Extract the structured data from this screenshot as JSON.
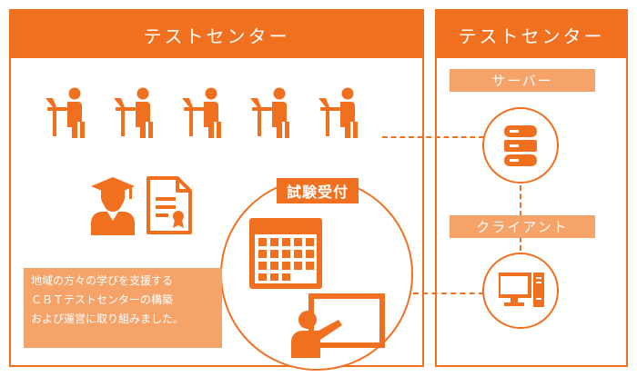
{
  "colors": {
    "accent": "#f07020",
    "light": "#f6a36a",
    "background": "#ffffff"
  },
  "left_panel": {
    "title": "テストセンター"
  },
  "right_panel": {
    "title": "テストセンター",
    "server_label": "サーバー",
    "client_label": "クライアント"
  },
  "reception_label": "試験受付",
  "description": {
    "lines": [
      "地域の方々の学びを支援する",
      "ＣＢＴテストセンターの構築",
      "および運営に取り組みました。"
    ]
  },
  "icons": [
    "seated-person-at-desk-icon",
    "graduate-icon",
    "certificate-icon",
    "calendar-icon",
    "presenter-whiteboard-icon",
    "database-server-icon",
    "desktop-computer-icon"
  ]
}
